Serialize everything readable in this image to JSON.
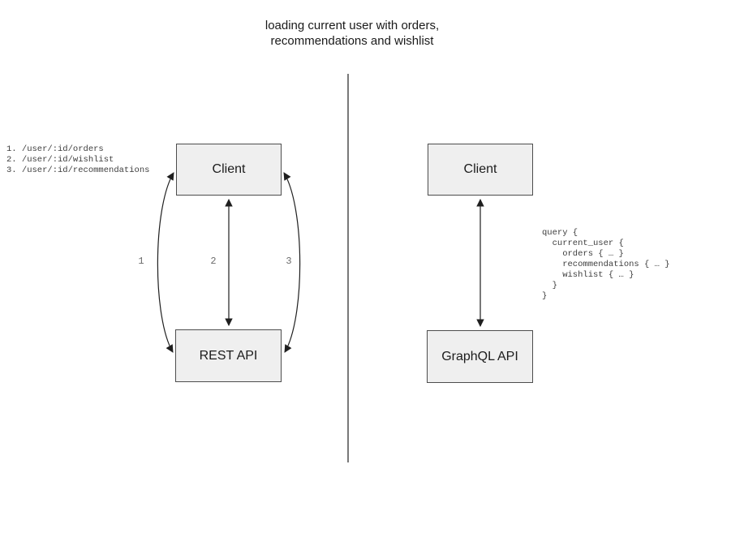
{
  "title": "loading current user with orders,\nrecommendations and wishlist",
  "left_panel": {
    "client_label": "Client",
    "api_label": "REST API",
    "endpoints": "1. /user/:id/orders\n2. /user/:id/wishlist\n3. /user/:id/recommendations",
    "arrow_labels": [
      "1",
      "2",
      "3"
    ]
  },
  "right_panel": {
    "client_label": "Client",
    "api_label": "GraphQL API",
    "query": "query {\n  current_user {\n    orders { … }\n    recommendations { … }\n    wishlist { … }\n  }\n}"
  },
  "colors": {
    "background": "#ffffff",
    "box_fill": "#efefef",
    "box_border": "#4d4d4d",
    "arrow": "#1f1f1f",
    "divider": "#4d4d4d",
    "code_text": "#3d3d3d",
    "arrow_number_text": "#6b6b6b"
  }
}
